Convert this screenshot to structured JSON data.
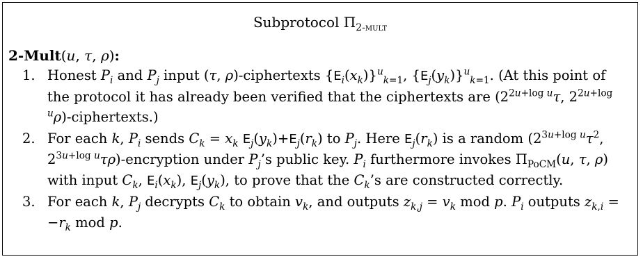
{
  "title": "Subprotocol Π₂‑MULT",
  "heading": "2-Mult(u, τ, ρ):",
  "items": [
    {
      "num": "1.",
      "text": "Honest P_i and P_j input (τ, ρ)-ciphertexts {E_i(x_k)}^u_{k=1}, {E_j(y_k)}^u_{k=1}. (At this point of the protocol it has already been verified that the ciphertexts are (2^{2u+log u}τ, 2^{2u+log u}ρ)-ciphertexts.)"
    },
    {
      "num": "2.",
      "text": "For each k, P_i sends C_k = x_k E_j(y_k) + E_j(r_k) to P_j. Here E_j(r_k) is a random (2^{3u+log u}τ^2, 2^{3u+log u}τρ)-encryption under P_j's public key. P_i furthermore invokes Π_PoCM(u, τ, ρ) with input C_k, E_i(x_k), E_j(y_k), to prove that the C_k's are constructed correctly."
    },
    {
      "num": "3.",
      "text": "For each k, P_j decrypts C_k to obtain v_k, and outputs z_{k,j} = v_k mod p. P_i outputs z_{k,i} = −r_k mod p."
    }
  ]
}
